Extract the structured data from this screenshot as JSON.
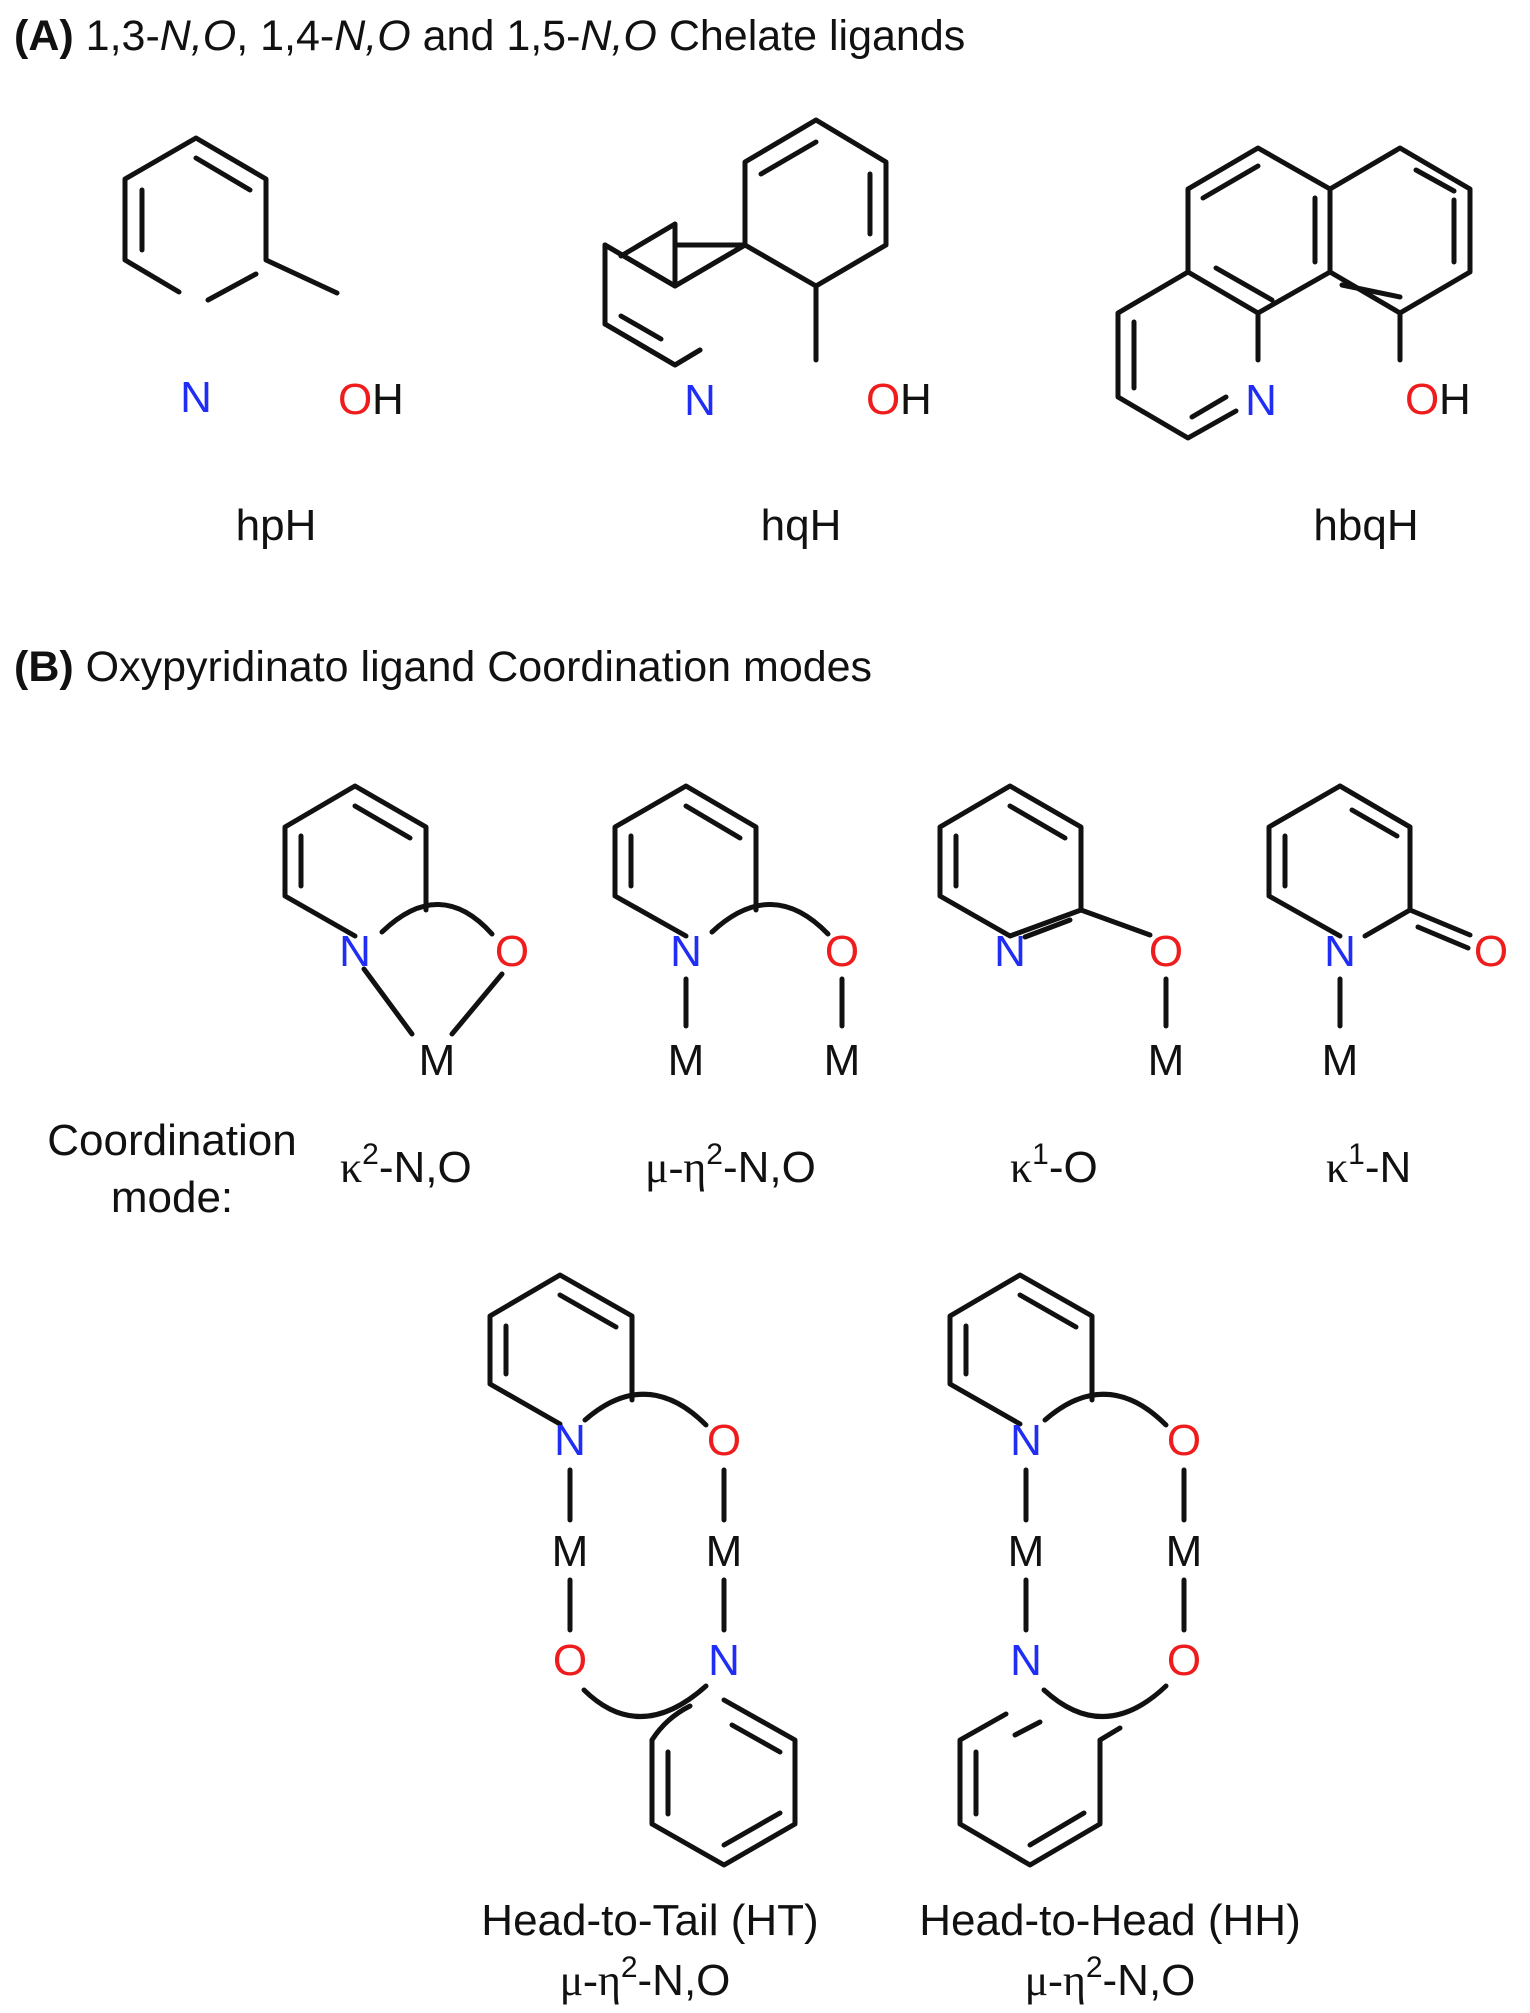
{
  "colors": {
    "nitrogen": "#1f2df5",
    "oxygen": "#ee1c1c",
    "bond": "#111111"
  },
  "section_a": {
    "label": "A",
    "pre": "1,3-",
    "no1": "N,O",
    "mid1": ", 1,4-",
    "no2": "N,O",
    "mid2": " and 1,5-",
    "no3": "N,O",
    "post": " Chelate ligands"
  },
  "ligands": {
    "hp": "hpH",
    "hq": "hqH",
    "hbq": "hbqH"
  },
  "atoms": {
    "N": "N",
    "O": "O",
    "OH_O": "O",
    "OH_H": "H",
    "M": "M"
  },
  "section_b": {
    "label": "B",
    "text": "Oxypyridinato ligand Coordination modes"
  },
  "coordination": {
    "row_label_1": "Coordination",
    "row_label_2": "mode:",
    "k2_greek": "κ",
    "k2_sup": "2",
    "k2_rest": "-N,O",
    "mu_greek": "μ-η",
    "mu_sup": "2",
    "mu_rest": "-N,O",
    "k1o_greek": "κ",
    "k1o_sup": "1",
    "k1o_rest": "-O",
    "k1n_greek": "κ",
    "k1n_sup": "1",
    "k1n_rest": "-N"
  },
  "dimers": {
    "ht_title": "Head-to-Tail (HT)",
    "hh_title": "Head-to-Head (HH)",
    "mode_greek": "μ-η",
    "mode_sup": "2",
    "mode_rest": "-N,O"
  }
}
